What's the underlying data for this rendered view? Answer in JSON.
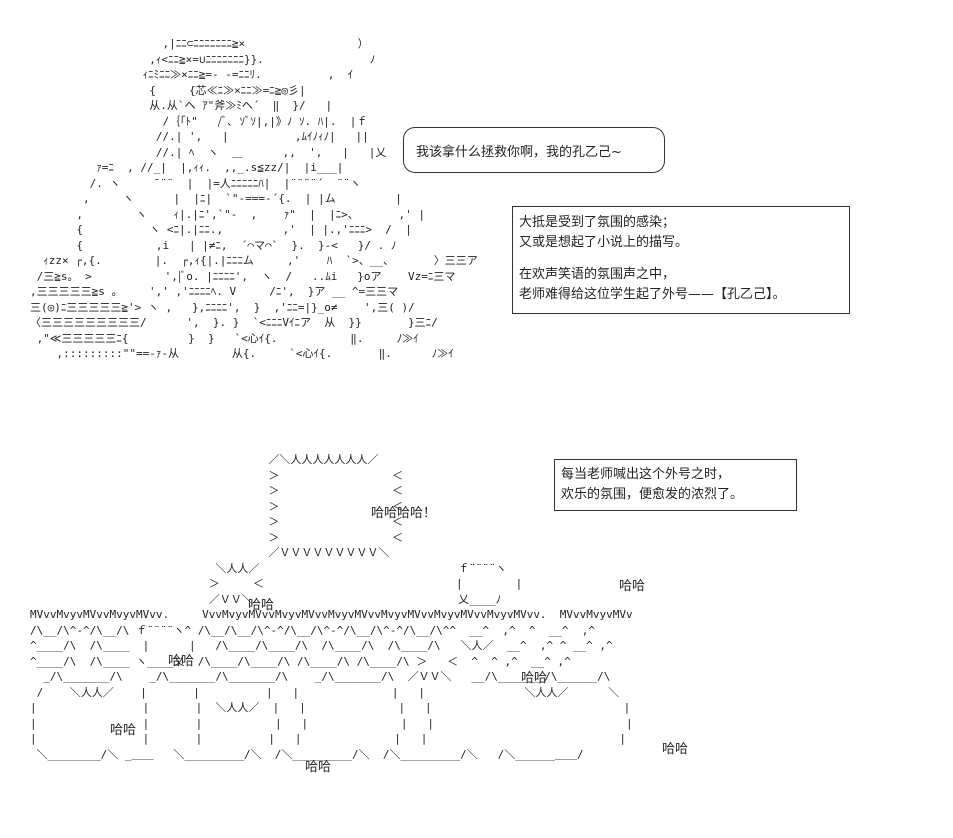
{
  "speech": {
    "teacher_line": "我该拿什么拯救你啊，我的孔乙己~"
  },
  "narration_top": {
    "lines": [
      "大抵是受到了氛围的感染；",
      "又或是想起了小说上的描写。",
      "在欢声笑语的氛围声之中，",
      "老师难得给这位学生起了外号——【孔乙己】。"
    ]
  },
  "narration_bottom": {
    "lines": [
      "每当老师喊出这个外号之时，",
      "欢乐的氛围，便愈发的浓烈了。"
    ]
  },
  "laughter": {
    "big": "哈哈哈哈！",
    "small": "哈哈"
  },
  "ascii_art": {
    "top": "                    ,|ﾆﾆ⊂ﾆﾆﾆﾆﾆﾆﾆ≧×                 ）\n                  ,ｨ<ﾆﾆ≧×=∪ﾆﾆﾆﾆﾆﾆﾆ}}.                ﾉ\n                 ｨﾆﾐﾆﾆ≫×ﾆﾆ≧=- -=ﾆﾆﾘ.          ,  ｲ\n                  {     {芯≪ﾆ≫×ﾆﾆ≫=ﾆ≧◎彡|\n                  从.从`ヘ ｱ\"斧≫ﾐヘ´  ‖  }/   |\n                    /｛｢ﾄ\"   /ﾞ､ ｿﾞｿ|,|》ﾉ ｿ. ﾊ|.  |ｆ\n                   //.| ',   |          ,ﾑｲﾉｨﾉ|   ||\n                   //.| ﾍ  ヽ  ＿      ,,  ',   |   |乂\n          ｧ=ﾆ  , //_|  |,ｨｨ.  ,,_.s≦zz/|  |i___|\n         /. ヽ     ¯¨¨  |  |=人ﾆﾆﾆﾆﾆﾊ|  |¨¨¨¨´  ¨¨ヽ\n        ,     ヽ      |  |ﾆ|  `\"-===-´{.  | |ム         |\n       ,        ヽ    ｨ|.|ﾆ',`\"-  ,    ｧ\"  |  |ﾆ>、      ,' |\n       {          ヽ <ﾆ|.|ﾆﾆ.,         ,'  | |.,'ﾆﾆﾆ>  /  |\n       {           ,i   | |≠ﾆ,  ´⌒マ⌒`  }.  }-<   }/ . ﾉ\n  ｨzz× ┌,{.        |.  ┌,ｨ{|.|ﾆﾆﾆム     ,'    ﾊ  `>、__、      〉三三ア\n /三≧s。 >           ',|ﾞo. |ﾆﾆﾆﾆ',  ヽ  /   ..ﾑi   }oア    Vz=ﾆ三マ\n,三三三三三≧s 。    ',' ,'ﾆﾆﾆﾆﾍ. V     /ﾆ',  }ア __ ^=三三マ\n三(◎)ﾆ三三三三三≧'> ヽ ,   },ﾆﾆﾆﾆ',  }  ,'ﾆﾆ=|}_o≠    ',三( )/\n〈三三三三三三三三三/      ',  }. }  `<ﾆﾆﾆVｲﾆア  从  }}       }三ﾆ/\n ,\"≪三三三三三ﾆ{         }  }   `<心ｲ{.           ‖.     ﾉ≫ｲ\n    ,:::::::::\"\"==-ｧ-从        从{.     `<心ｲ{.       ‖.      ﾉ≫ｲ",
    "bottom": "                                    ／＼人人人人人人人／\n                                    ＞                 ＜\n                                    ＞                 ＜\n                                    ＞                 ＜\n                                    ＞                 ＜\n                                    ＞                 ＜\n                                    ／ＶＶＶＶＶＶＶＶＶ＼\n                            ＼人人／                              ｆ¨¨¨¨ヽ\n                           ＞     ＜                             |        |\n                           ／ＶＶ＼                               乂____ﾉ\nMVvvMvyvMVvvMvyvMVvv.     VvvMvyvMVvvMvyvMVvvMvyvMVvvMvyvMVvvMvyvMVvvMvyvMVvv.  MVvvMvyvMVv\n/\\__/\\^-^/\\__/\\ ｆ¨¨¨¨ヽ^ /\\__/\\__/\\^-^/\\__/\\^-^/\\__/\\^-^/\\__/\\^^  __^  ,^  ^  __^  ,^\n^____/\\  /\\____  |      |   /\\____/\\____/\\  /\\____/\\  /\\____/\\   ＼人／  __^  ,^ ^ __^ ,^\n^____/\\  /\\____ ヽ____乂  /\\____/\\____/\\ /\\____/\\ /\\____/\\ ＞   ＜  ^  ^ ,^  __^ ,^\n  _/\\_______/\\    _/\\_______/\\_______/\\    _/\\_______/\\  ／ＶＶ＼   __/\\_______/\\______/\\\n /    ＼人人／    |       |          |   |              |   |               ＼人人／      ＼\n|                |       |  ＼人人／  |   |              |   |                             |\n|                |       |           |   |              |   |                             |\n|                |       |          |   |              |   |                             |\n ＼________/＼ _＿＿   ＼_________/＼  /＼_________/＼  /＼_________/＼   /＼______＿＿/"
  }
}
